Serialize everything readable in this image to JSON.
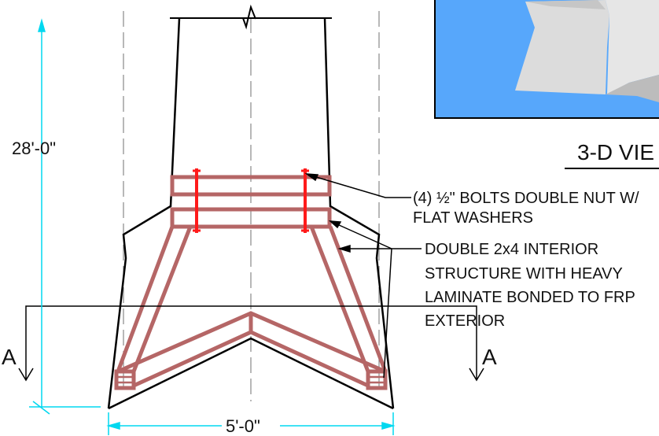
{
  "dimensions": {
    "height": "28'-0\"",
    "width": "5'-0\""
  },
  "section_markers": {
    "left": "A",
    "right": "A"
  },
  "callouts": {
    "bolts_line1": "(4) ½\" BOLTS DOUBLE NUT W/",
    "bolts_line2": "FLAT WASHERS",
    "structure_line1": "DOUBLE 2x4 INTERIOR",
    "structure_line2": "STRUCTURE WITH HEAVY",
    "structure_line3": "LAMINATE BONDED TO FRP",
    "structure_line4": "EXTERIOR"
  },
  "view_title": "3-D VIE",
  "colors": {
    "dimension": "#00d8f0",
    "timber": "#b56666",
    "bolt": "#ff1a1a",
    "render_sky": "#57a7fb",
    "render_light": "#dcdcdc",
    "render_mid": "#c8c8c8",
    "line": "#000000",
    "centerline": "#888888"
  }
}
